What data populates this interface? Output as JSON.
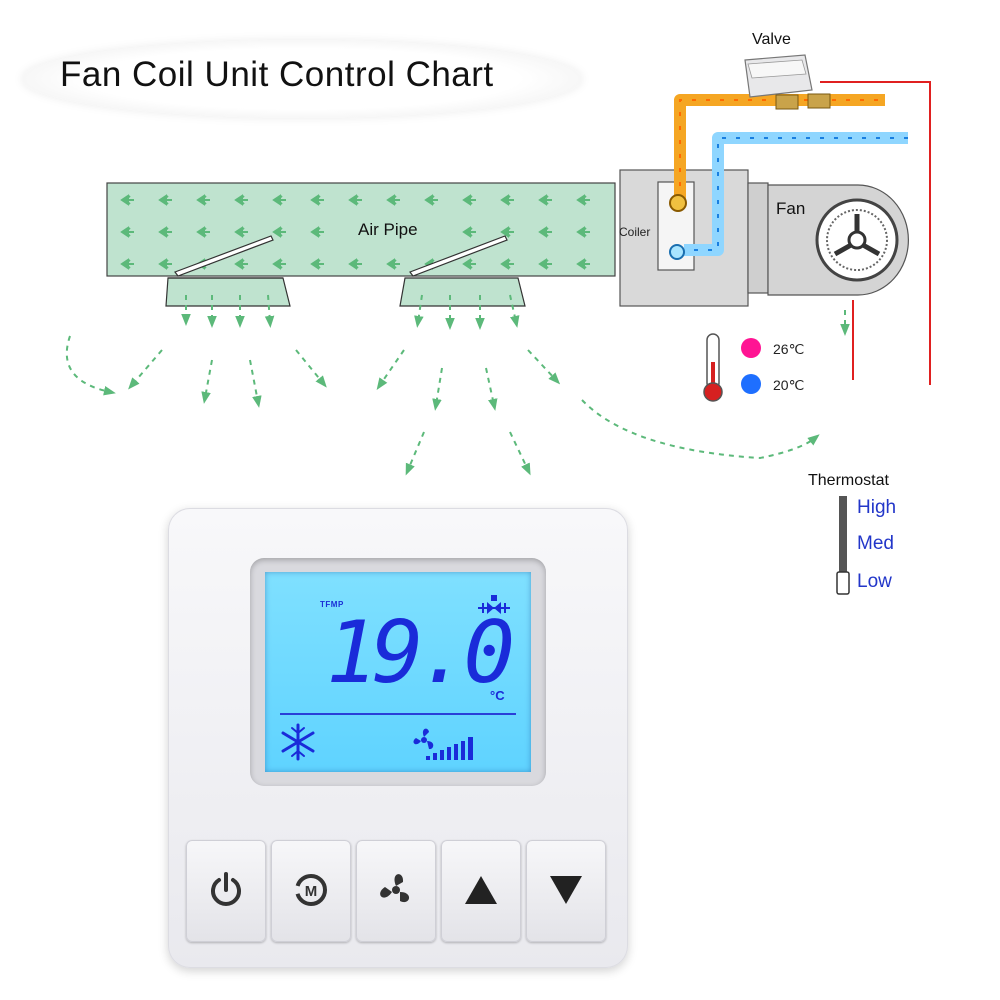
{
  "title": "Fan Coil Unit Control Chart",
  "labels": {
    "valve": "Valve",
    "air_pipe": "Air Pipe",
    "coiler": "Coiler",
    "fan": "Fan",
    "thermostat": "Thermostat"
  },
  "temperatures": [
    {
      "value": "26℃",
      "color": "#ff1493"
    },
    {
      "value": "20℃",
      "color": "#1e6fff"
    }
  ],
  "fan_speeds": [
    "High",
    "Med",
    "Low"
  ],
  "display": {
    "mode_label": "TFMP",
    "reading": "19.0",
    "unit": "°C",
    "mode_icon": "snowflake-icon",
    "fan_icon": "fan-icon",
    "valve_icon": "valve-icon"
  },
  "buttons": [
    {
      "name": "power-button",
      "icon": "power-icon"
    },
    {
      "name": "mode-button",
      "icon": "mode-m-icon"
    },
    {
      "name": "fan-speed-button",
      "icon": "fan-icon"
    },
    {
      "name": "up-button",
      "icon": "triangle-up-icon"
    },
    {
      "name": "down-button",
      "icon": "triangle-down-icon"
    }
  ],
  "colors": {
    "hot_water": "#f5a623",
    "cold_water": "#6fc8ff",
    "air_pipe": "#bfe3cf",
    "airflow_arrow": "#5cb97a",
    "wire": "#e02020",
    "lcd": "#6ad8ff",
    "lcd_text": "#1a2bd9"
  }
}
